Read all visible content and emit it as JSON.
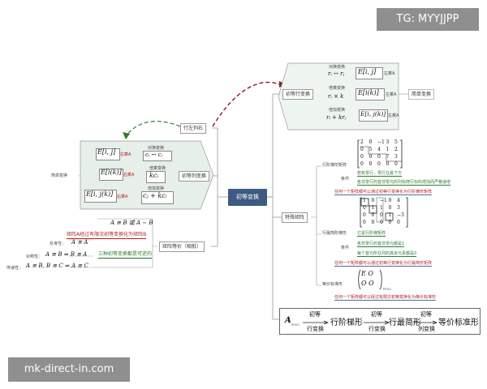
{
  "watermarks": {
    "top": "TG: MYYJJPP",
    "bottom": "mk-direct-in.com"
  },
  "root": "初等变换",
  "row_ops": {
    "label": "初等行变换",
    "side_label": "简单变换",
    "ops": [
      {
        "name": "对换变换",
        "formula": "rᵢ ↔ rⱼ",
        "matrix": "E[i, j]",
        "note": "左乘A"
      },
      {
        "name": "倍乘变换",
        "formula": "rᵢ × k",
        "matrix": "E[i(k)]",
        "note": "左乘A"
      },
      {
        "name": "倍加变换",
        "formula": "rᵢ + krⱼ",
        "matrix": "E[i, j(k)]",
        "note": "左乘A"
      }
    ]
  },
  "col_ops": {
    "label": "初等列变换",
    "side_label": "简单变换",
    "link_label": "行左列右",
    "ops": [
      {
        "name": "对换变换",
        "formula": "cᵢ ↔ cⱼ",
        "matrix": "E[i, j]",
        "note": "右乘A"
      },
      {
        "name": "倍乘变换",
        "formula": "kcᵢ",
        "matrix": "E[i(k)]",
        "note": "右乘A"
      },
      {
        "name": "倍加变换",
        "formula": "cⱼ + kcᵢ",
        "matrix": "E[i, j(k)]",
        "note": "右乘A"
      }
    ]
  },
  "equivalence": {
    "label": "矩阵等价（相抵）",
    "header": "A ≅ B 或 A ∼ B",
    "red_note": "矩阵A经过有限次初等变换化为矩阵B",
    "green_note": "三种初等变换都是可逆的",
    "props": [
      {
        "name": "反身性：",
        "expr": "A ≅ A"
      },
      {
        "name": "对称性：",
        "expr": "A ≅ B ⇒ B ≅ A"
      },
      {
        "name": "传递性：",
        "expr": "A ≅ B, B ≅ C ⇒ A ≅ C"
      }
    ]
  },
  "special": {
    "label": "特殊矩阵",
    "echelon": {
      "label": "行阶梯形矩阵",
      "matrix": [
        [
          "2",
          "0",
          "−1",
          "3",
          "5"
        ],
        [
          "0",
          "5",
          "4",
          "1",
          "2"
        ],
        [
          "0",
          "0",
          "0",
          "7",
          "3"
        ],
        [
          "0",
          "0",
          "0",
          "0",
          "0"
        ]
      ],
      "cond_label": "条件",
      "conds": [
        "若有零行，零行在最下方",
        "各非零行的首非零元的列标随行标的增加而严格递增"
      ],
      "tip": "任何一个矩阵都可以通过初等行变换化为行阶梯形矩阵"
    },
    "reduced": {
      "label": "行最简阶梯形",
      "matrix": [
        [
          "1",
          "0",
          "−1",
          "0",
          "4"
        ],
        [
          "0",
          "1",
          "1",
          "0",
          "3"
        ],
        [
          "0",
          "0",
          "0",
          "1",
          "−3"
        ],
        [
          "0",
          "0",
          "0",
          "0",
          "0"
        ]
      ],
      "cond_label": "条件",
      "conds": [
        "它是行阶梯矩阵",
        "各非零行的首非零元都是1",
        "每个首元所在列的其余元素都是0"
      ],
      "tip": "任何一个矩阵都可以通过初等行变换化为行最简形矩阵"
    },
    "standard": {
      "label": "等价标准形",
      "matrix_text": "E  O",
      "matrix_text2": "O  O",
      "sub": "m×n",
      "tip": "任何一个矩阵都可以经过有限次初等变换化为等价标准形"
    }
  },
  "chain": {
    "start": "A",
    "start_sub": "m×n",
    "steps": [
      {
        "top": "初等",
        "bottom": "行变换",
        "result": "行阶梯形"
      },
      {
        "top": "初等",
        "bottom": "行变换",
        "result": "行最简形"
      },
      {
        "top": "初等",
        "bottom": "列变换",
        "result": "等价标准形"
      }
    ]
  }
}
